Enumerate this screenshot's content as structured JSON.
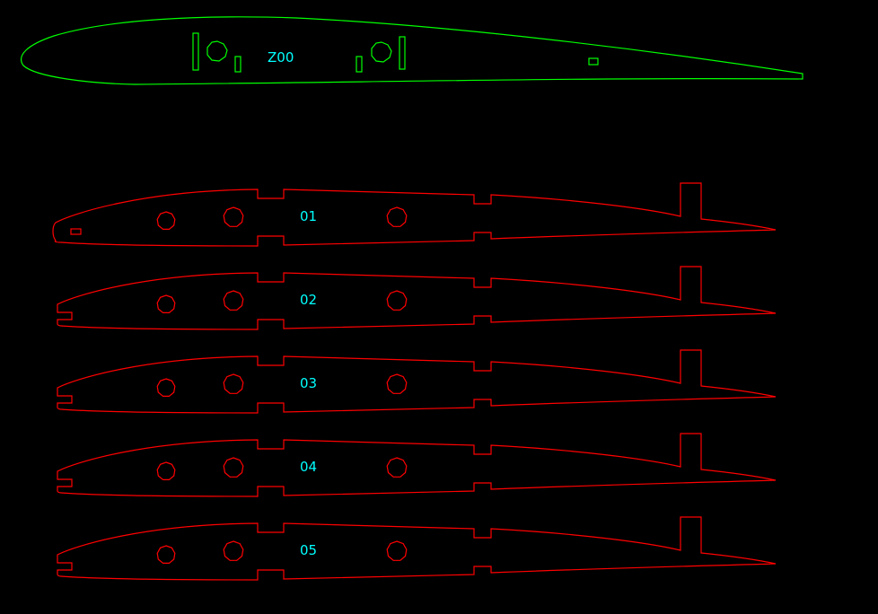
{
  "colors": {
    "background": "#000000",
    "master_outline": "#00ff00",
    "rib_outline": "#ff0000",
    "label_text": "#00ffff"
  },
  "master_rib": {
    "label": "Z00"
  },
  "ribs": [
    {
      "label": "01",
      "rear_feature": "slot"
    },
    {
      "label": "02",
      "rear_feature": "notch"
    },
    {
      "label": "03",
      "rear_feature": "notch"
    },
    {
      "label": "04",
      "rear_feature": "notch"
    },
    {
      "label": "05",
      "rear_feature": "notch"
    }
  ]
}
